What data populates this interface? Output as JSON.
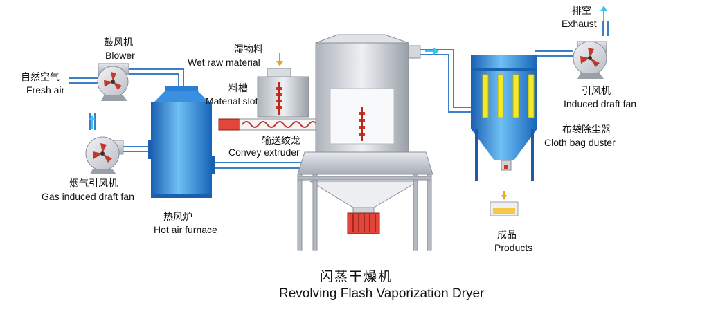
{
  "title": {
    "zh": "闪蒸干燥机",
    "en": "Revolving Flash Vaporization Dryer"
  },
  "components": {
    "fresh_air": {
      "zh": "自然空气",
      "en": "Fresh air"
    },
    "blower": {
      "zh": "鼓风机",
      "en": "Blower"
    },
    "gas_fan": {
      "zh": "烟气引风机",
      "en": "Gas induced draft fan"
    },
    "furnace": {
      "zh": "热风炉",
      "en": "Hot air furnace"
    },
    "wet_material": {
      "zh": "湿物料",
      "en": "Wet raw material"
    },
    "slot": {
      "zh": "料槽",
      "en": "Material slot"
    },
    "extruder": {
      "zh": "输送绞龙",
      "en": "Convey extruder"
    },
    "exhaust": {
      "zh": "排空",
      "en": "Exhaust"
    },
    "induced_fan": {
      "zh": "引风机",
      "en": "Induced draft fan"
    },
    "duster": {
      "zh": "布袋除尘器",
      "en": "Cloth bag duster"
    },
    "products": {
      "zh": "成品",
      "en": "Products"
    }
  },
  "colors": {
    "pipe": "#3b7fc4",
    "vessel_blue": "#2a7fd4",
    "steel": "#c9ccd2",
    "fan_red": "#c0392b",
    "bag_yellow": "#f2ea2a",
    "arrow_cyan": "#35c6ef"
  }
}
